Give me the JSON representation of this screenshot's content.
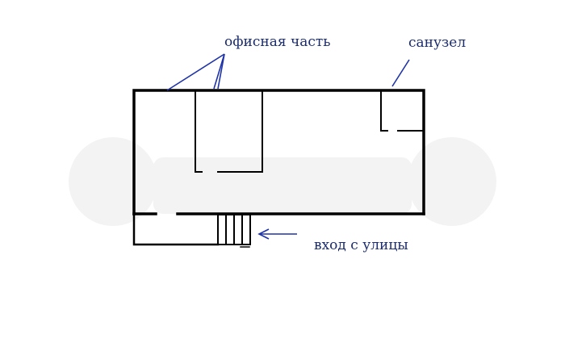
{
  "labels": {
    "office": "офисная часть",
    "bathroom": "санузел",
    "entrance": "вход с улицы"
  },
  "colors": {
    "walls": "#000000",
    "annotation_lines": "#1f33a8",
    "annotation_text": "#1b2c6e",
    "background": "#ffffff",
    "watermark": "#f2f2f2"
  }
}
